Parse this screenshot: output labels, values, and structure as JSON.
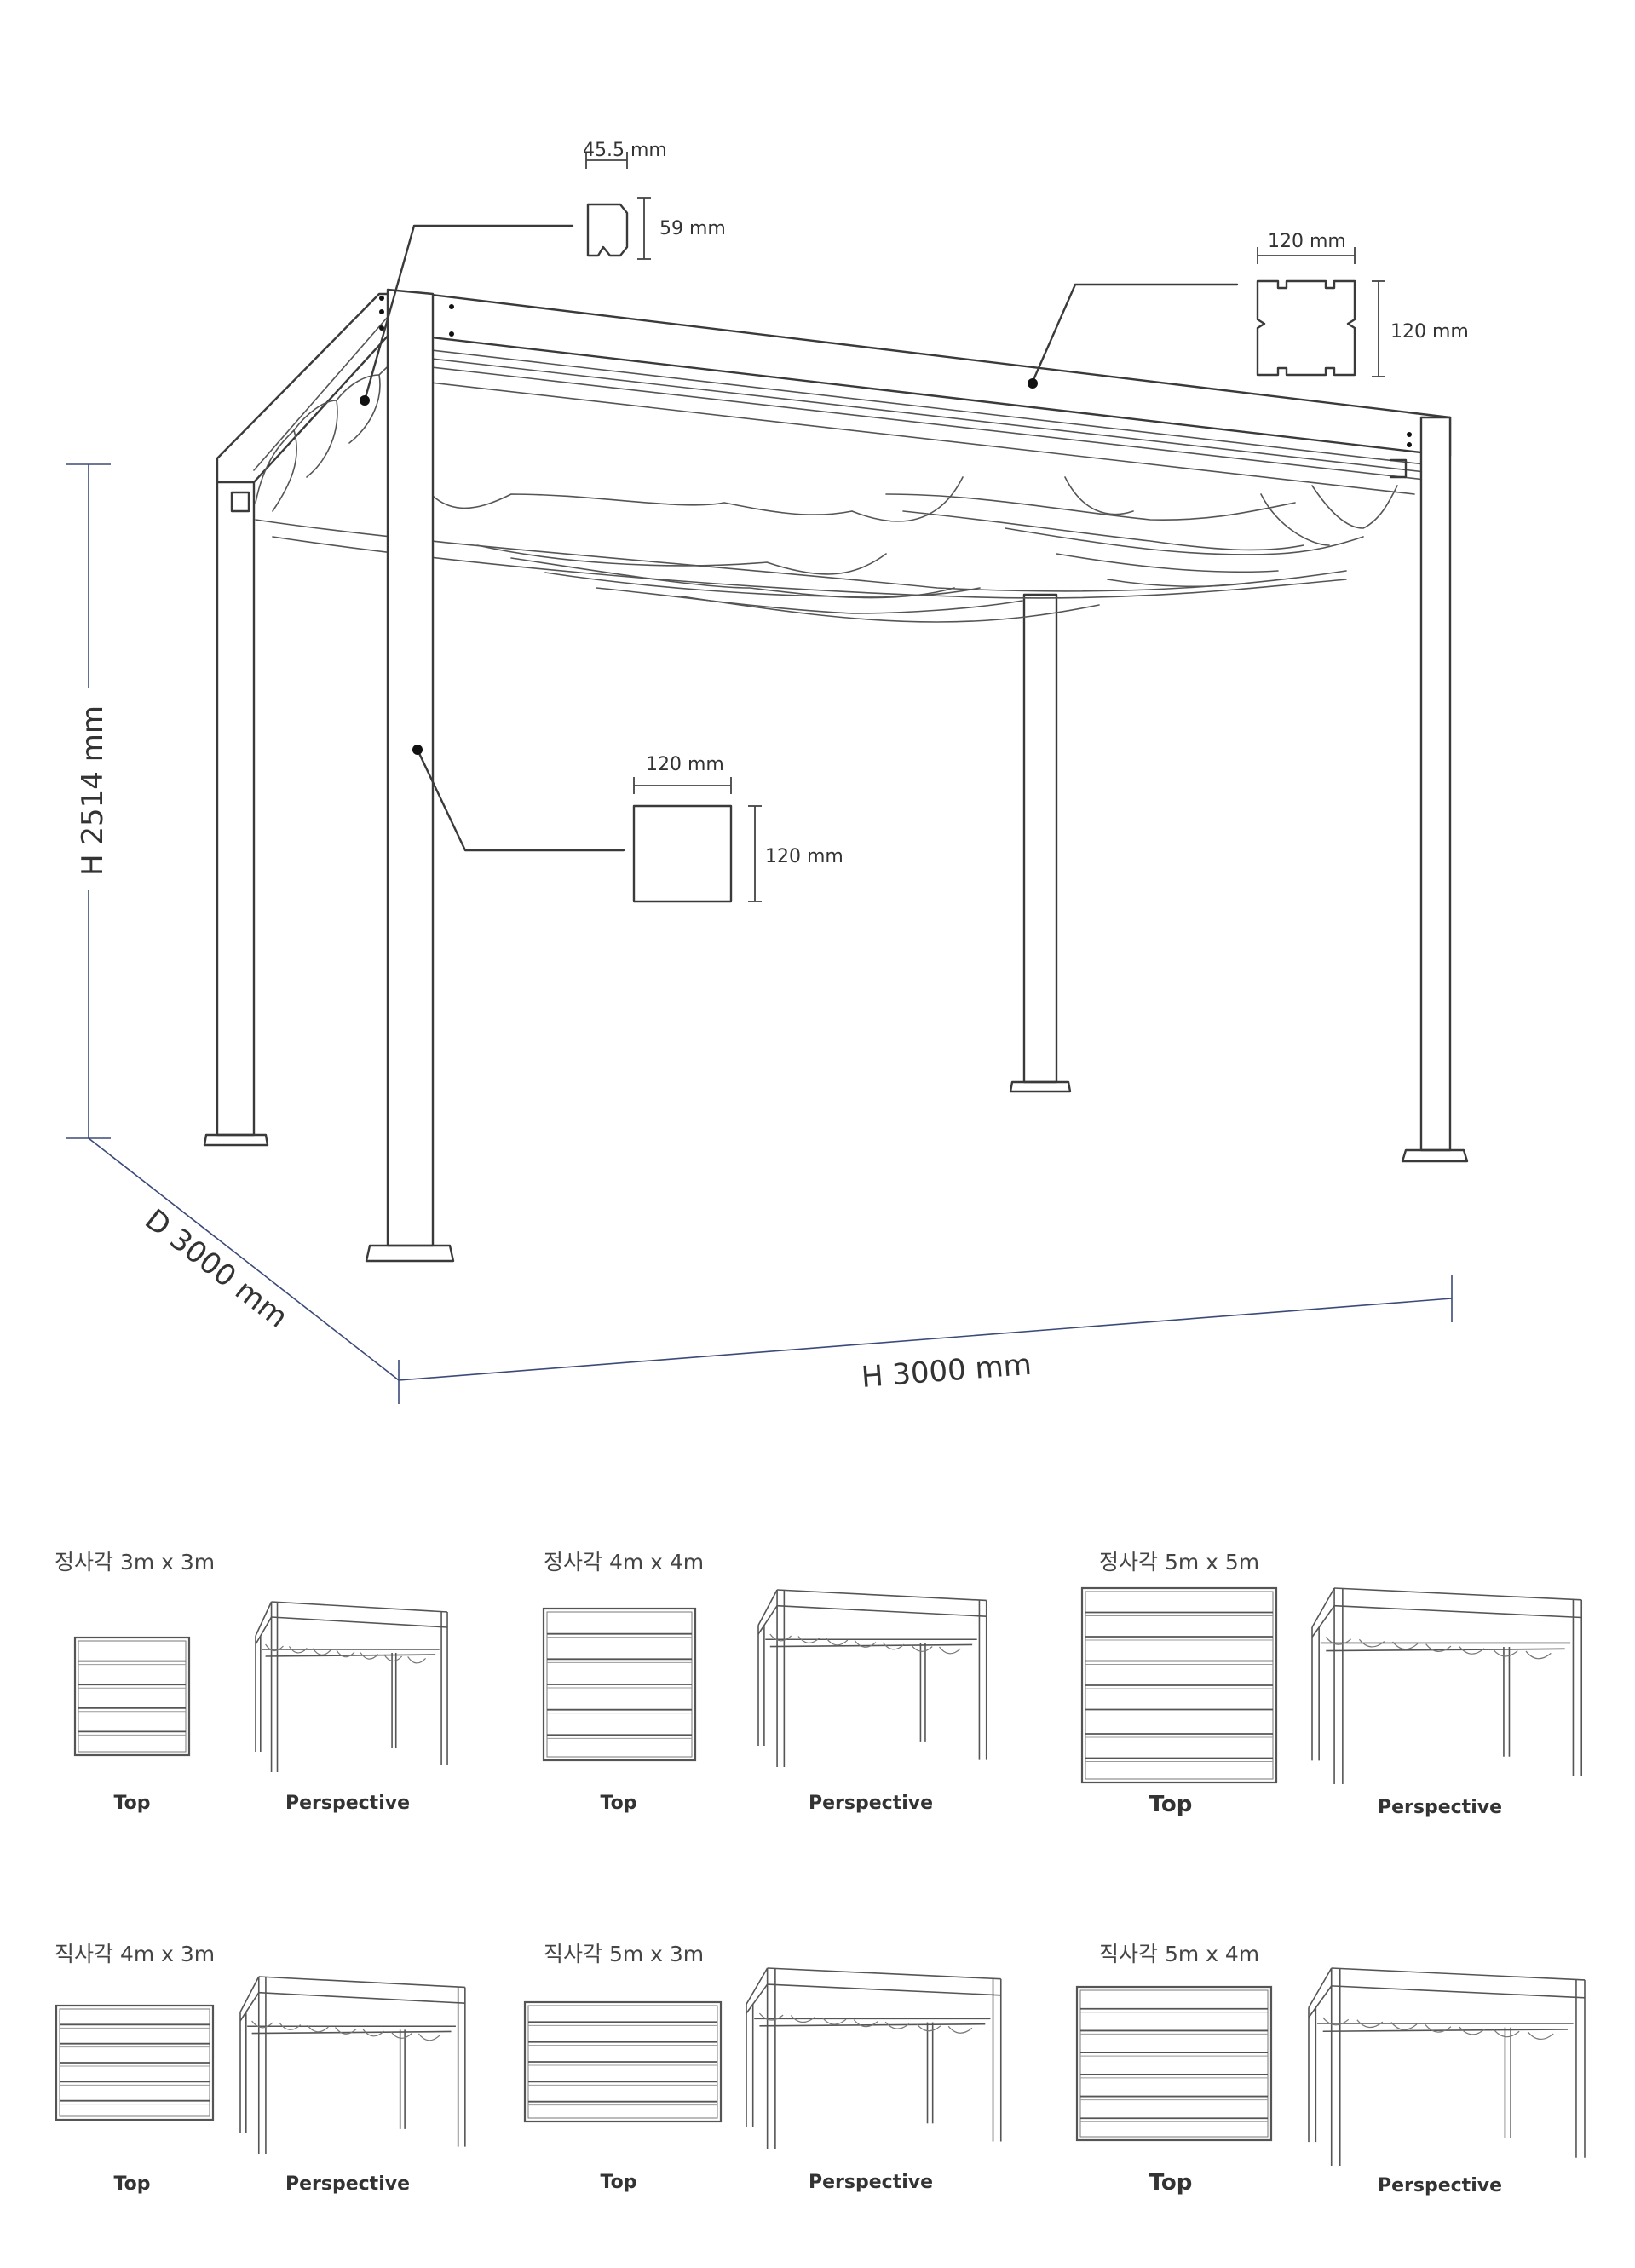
{
  "profiles": {
    "rail": {
      "width": "45.5 mm",
      "height": "59 mm"
    },
    "beam": {
      "width": "120 mm",
      "height": "120 mm"
    },
    "post": {
      "width": "120 mm",
      "height": "120 mm"
    }
  },
  "overall": {
    "height": "H 2514 mm",
    "depth": "D 3000 mm",
    "width": "H 3000 mm"
  },
  "options": [
    {
      "title": "정사각 3m x 3m",
      "top_label": "Top",
      "perspective_label": "Perspective"
    },
    {
      "title": "정사각 4m x 4m",
      "top_label": "Top",
      "perspective_label": "Perspective"
    },
    {
      "title": "정사각 5m x 5m",
      "top_label": "Top",
      "perspective_label": "Perspective"
    },
    {
      "title": "직사각 4m x 3m",
      "top_label": "Top",
      "perspective_label": "Perspective"
    },
    {
      "title": "직사각 5m x 3m",
      "top_label": "Top",
      "perspective_label": "Perspective"
    },
    {
      "title": "직사각 5m x 4m",
      "top_label": "Top",
      "perspective_label": "Perspective"
    }
  ]
}
